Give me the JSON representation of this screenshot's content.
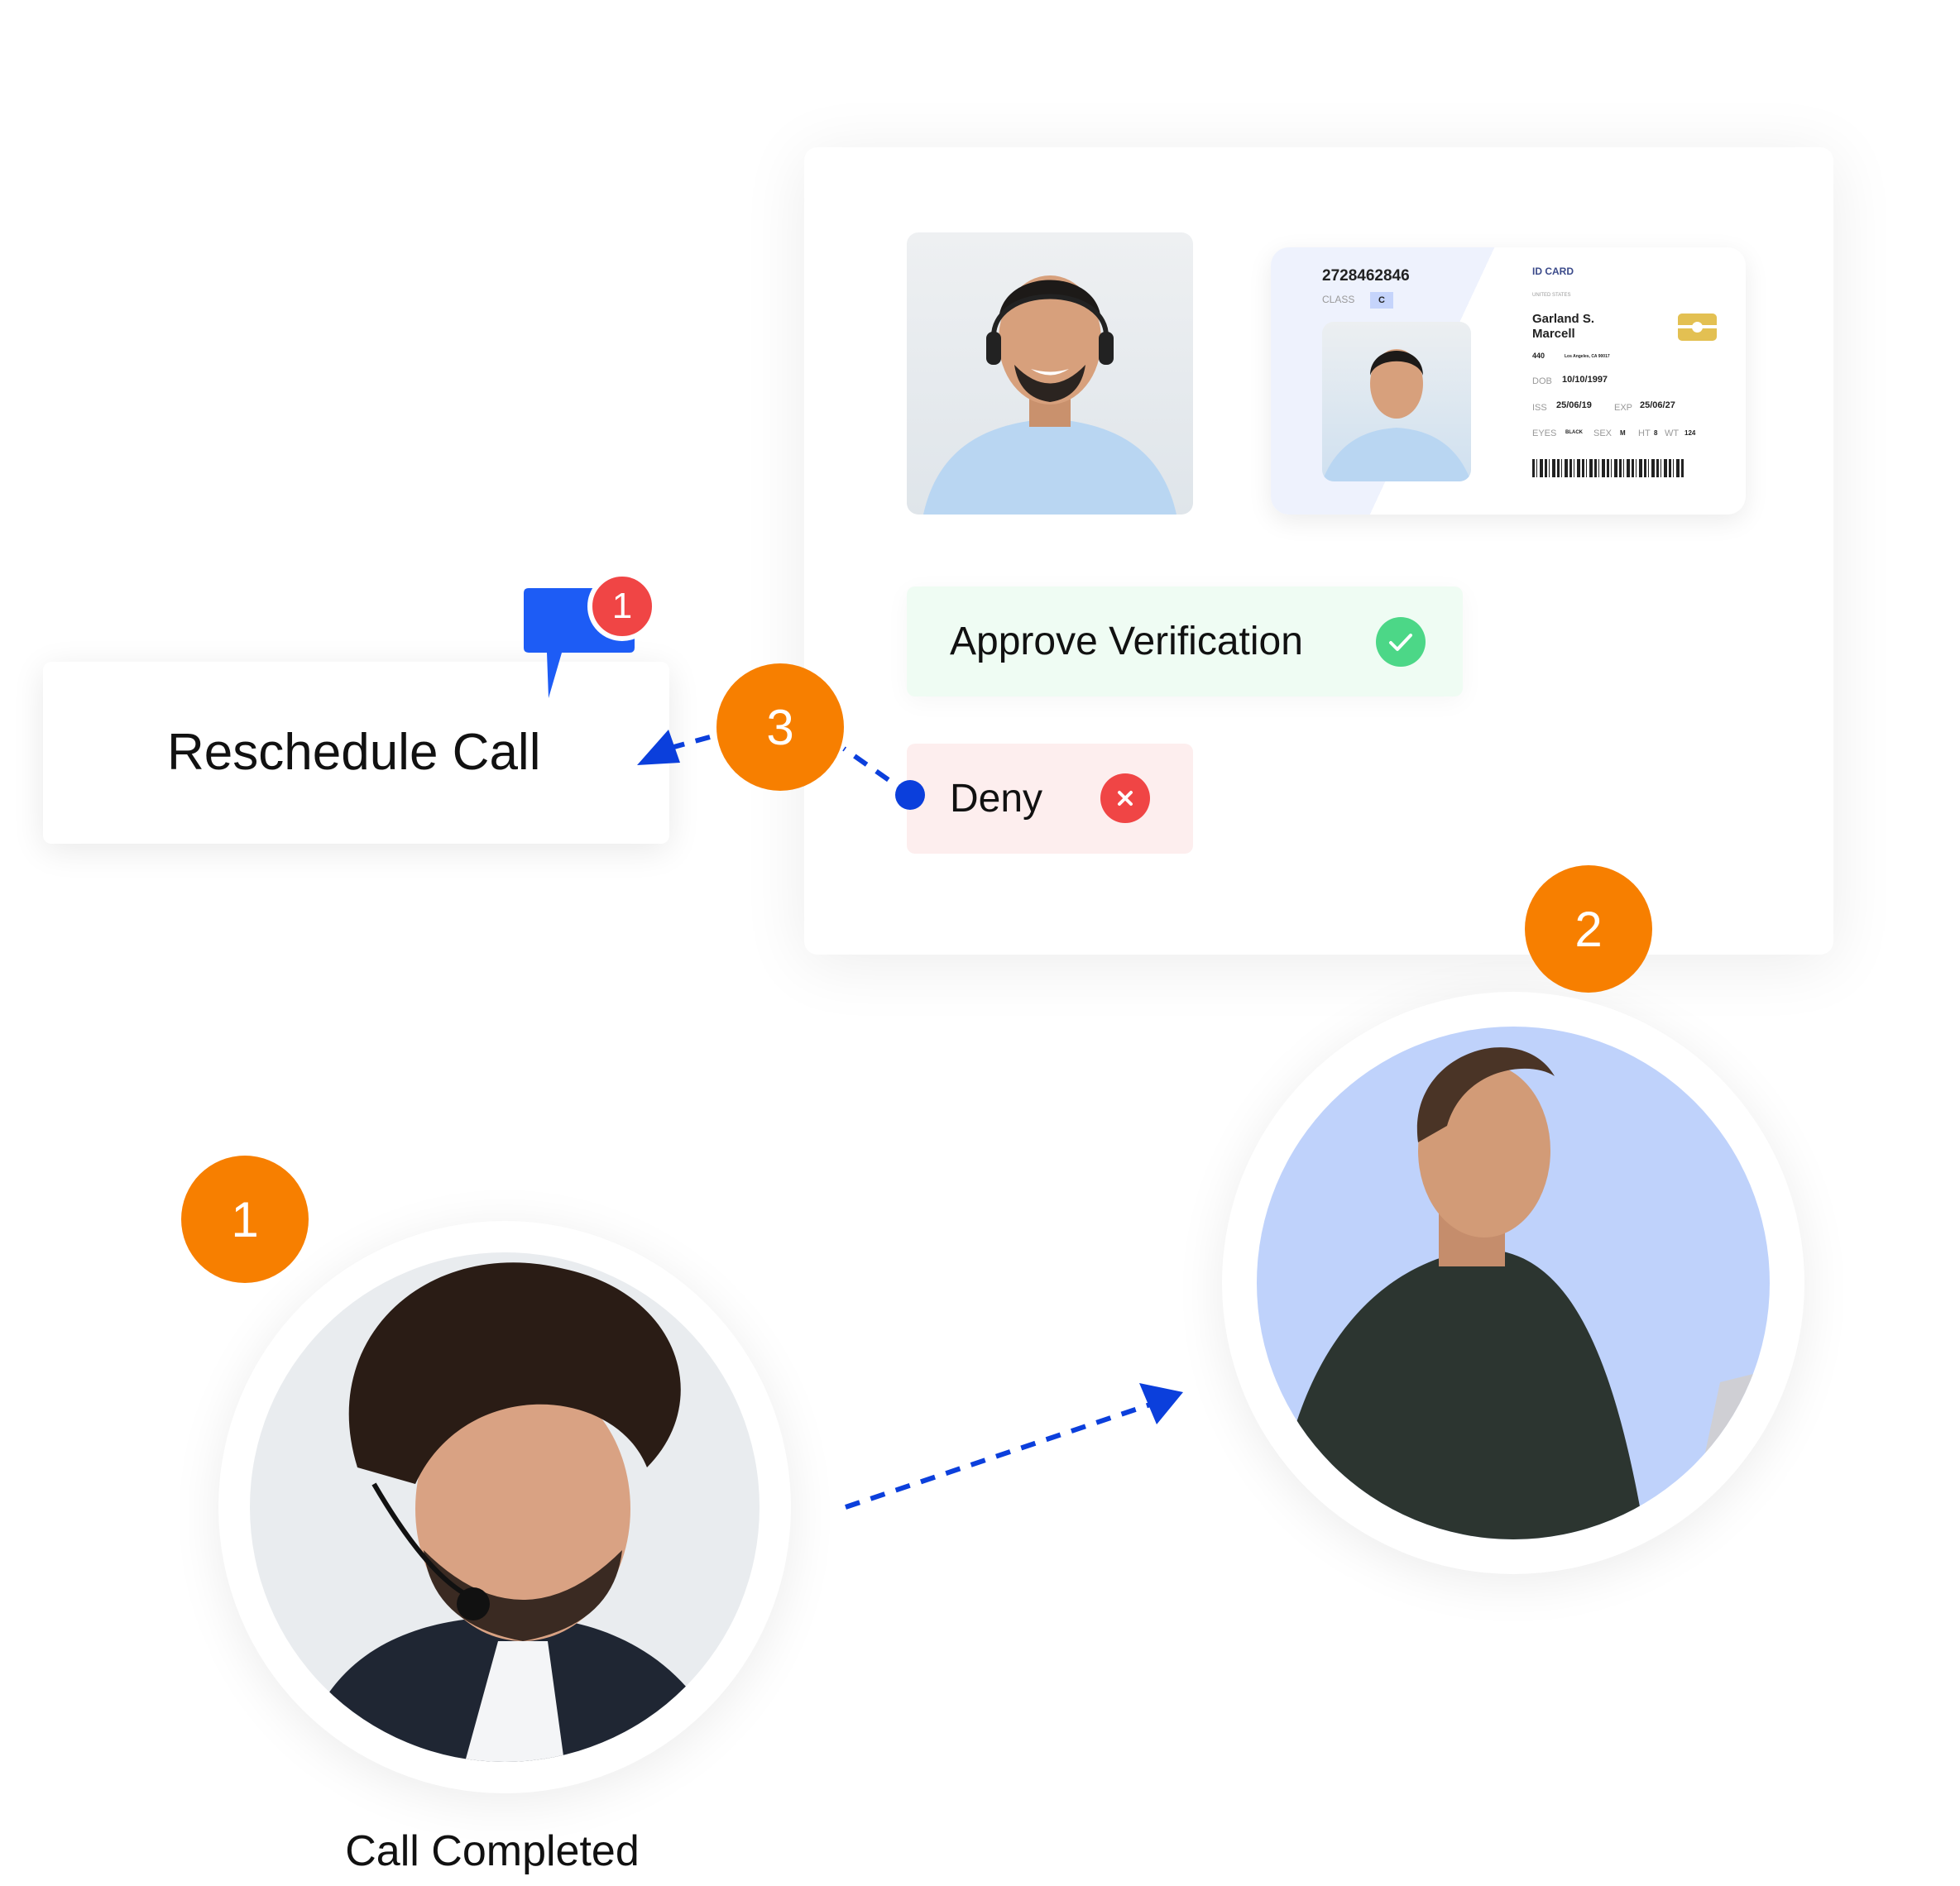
{
  "verification_card": {
    "id_card": {
      "number": "2728462846",
      "class_label": "CLASS",
      "class_value": "C",
      "title": "ID CARD",
      "country": "UNITED STATES",
      "name_line1": "Garland S.",
      "name_line2": "Marcell",
      "address_number": "440",
      "address_city": "Los Angeles, CA 90017",
      "dob_label": "DOB",
      "dob": "10/10/1997",
      "iss_label": "ISS",
      "iss": "25/06/19",
      "exp_label": "EXP",
      "exp": "25/06/27",
      "eyes_label": "EYES",
      "eyes": "BLACK",
      "sex_label": "SEX",
      "sex": "M",
      "ht_label": "HT",
      "ht": "8",
      "wt_label": "WT",
      "wt": "124"
    },
    "approve_label": "Approve Verification",
    "deny_label": "Deny"
  },
  "reschedule": {
    "label": "Reschedule Call",
    "notification_count": "1"
  },
  "steps": [
    "1",
    "2",
    "3"
  ],
  "call_completed_label": "Call Completed",
  "colors": {
    "orange": "#f77f00",
    "blue": "#0b3fdc",
    "green": "#4cd787",
    "red": "#f04545",
    "chat_blue": "#1d5cf5"
  }
}
